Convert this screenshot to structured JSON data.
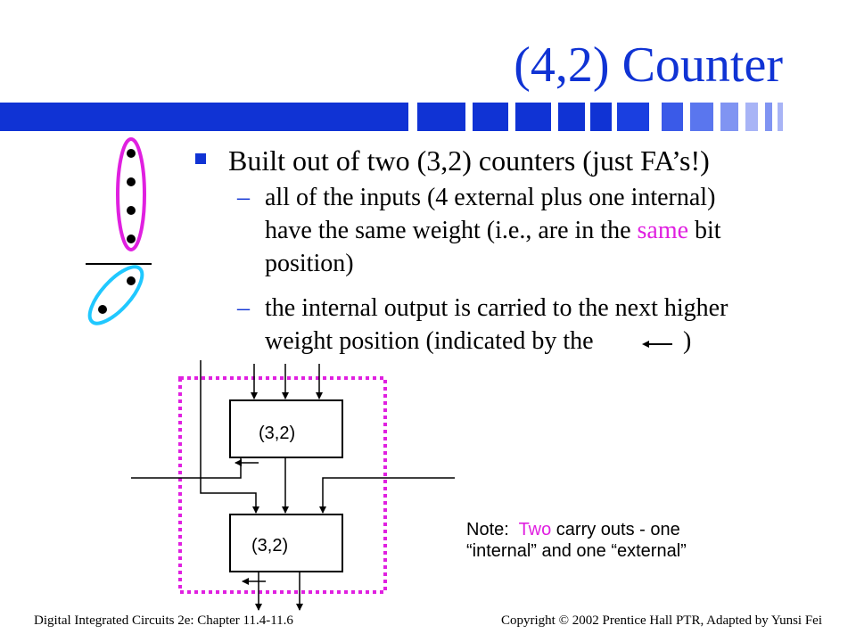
{
  "slide": {
    "title": "(4,2) Counter",
    "bullet": "Built out of two (3,2) counters (just FA’s!)",
    "sub1": {
      "line1": "all of the inputs (4 external plus one internal)",
      "line2_pre": "have the same weight (i.e., are in the ",
      "line2_highlight": "same",
      "line2_post": " bit",
      "line3": "position)"
    },
    "sub2": {
      "line1": "the internal output is carried to the next higher",
      "line2_pre": "weight position (indicated by the",
      "line2_post": ")"
    },
    "dash": "–"
  },
  "diagram": {
    "box_top_label": "(3,2)",
    "box_bottom_label": "(3,2)"
  },
  "note": {
    "prefix": "Note:  ",
    "highlight": "Two",
    "rest_line1": " carry outs - one",
    "line2": "“internal” and one “external”"
  },
  "footer": {
    "left": "Digital Integrated Circuits 2e: Chapter 11.4-11.6",
    "right_pre": "Copyright ",
    "right_symbol": "©",
    "right_post": " 2002 Prentice Hall PTR, Adapted by Yunsi Fei"
  },
  "colors": {
    "title_blue": "#1033d4",
    "highlight_magenta": "#e020e0",
    "ellipse_magenta": "#e020e0",
    "ellipse_cyan": "#20c8ff"
  }
}
